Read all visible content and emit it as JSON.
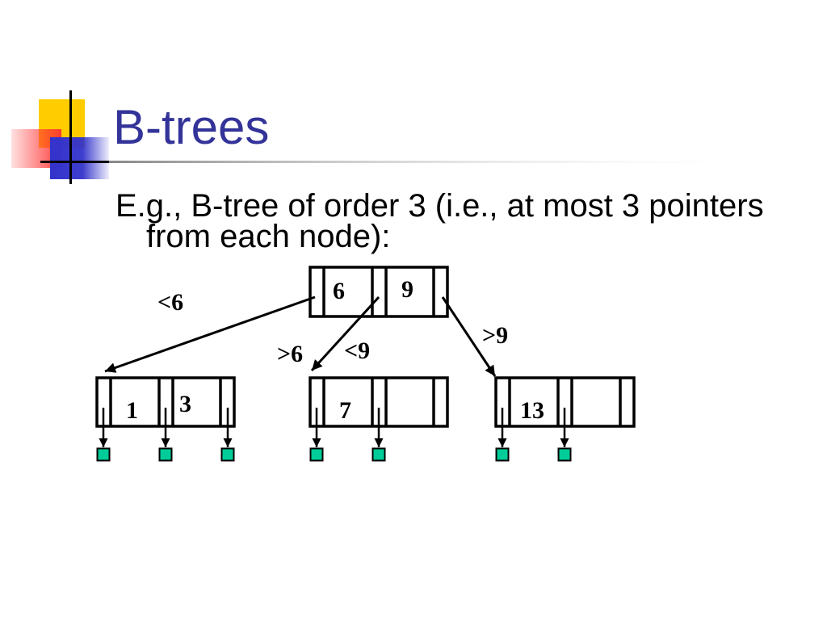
{
  "slide": {
    "title": "B-trees",
    "body": [
      "E.g., B-tree of order 3 (i.e., at most 3 pointers",
      "from each node):"
    ]
  },
  "diagram": {
    "root": {
      "keys": [
        "6",
        "9"
      ]
    },
    "children": [
      {
        "keys": [
          "1",
          "3"
        ]
      },
      {
        "keys": [
          "7"
        ]
      },
      {
        "keys": [
          "13"
        ]
      }
    ],
    "edge_labels": {
      "left": "<6",
      "middle_lower": ">6",
      "middle_upper": "<9",
      "right": ">9"
    }
  },
  "colors": {
    "title": "#333399",
    "leaf": "#00cc99",
    "logo_yellow": "#ffcc00",
    "logo_red": "#ff3333",
    "logo_blue": "#3333cc"
  }
}
